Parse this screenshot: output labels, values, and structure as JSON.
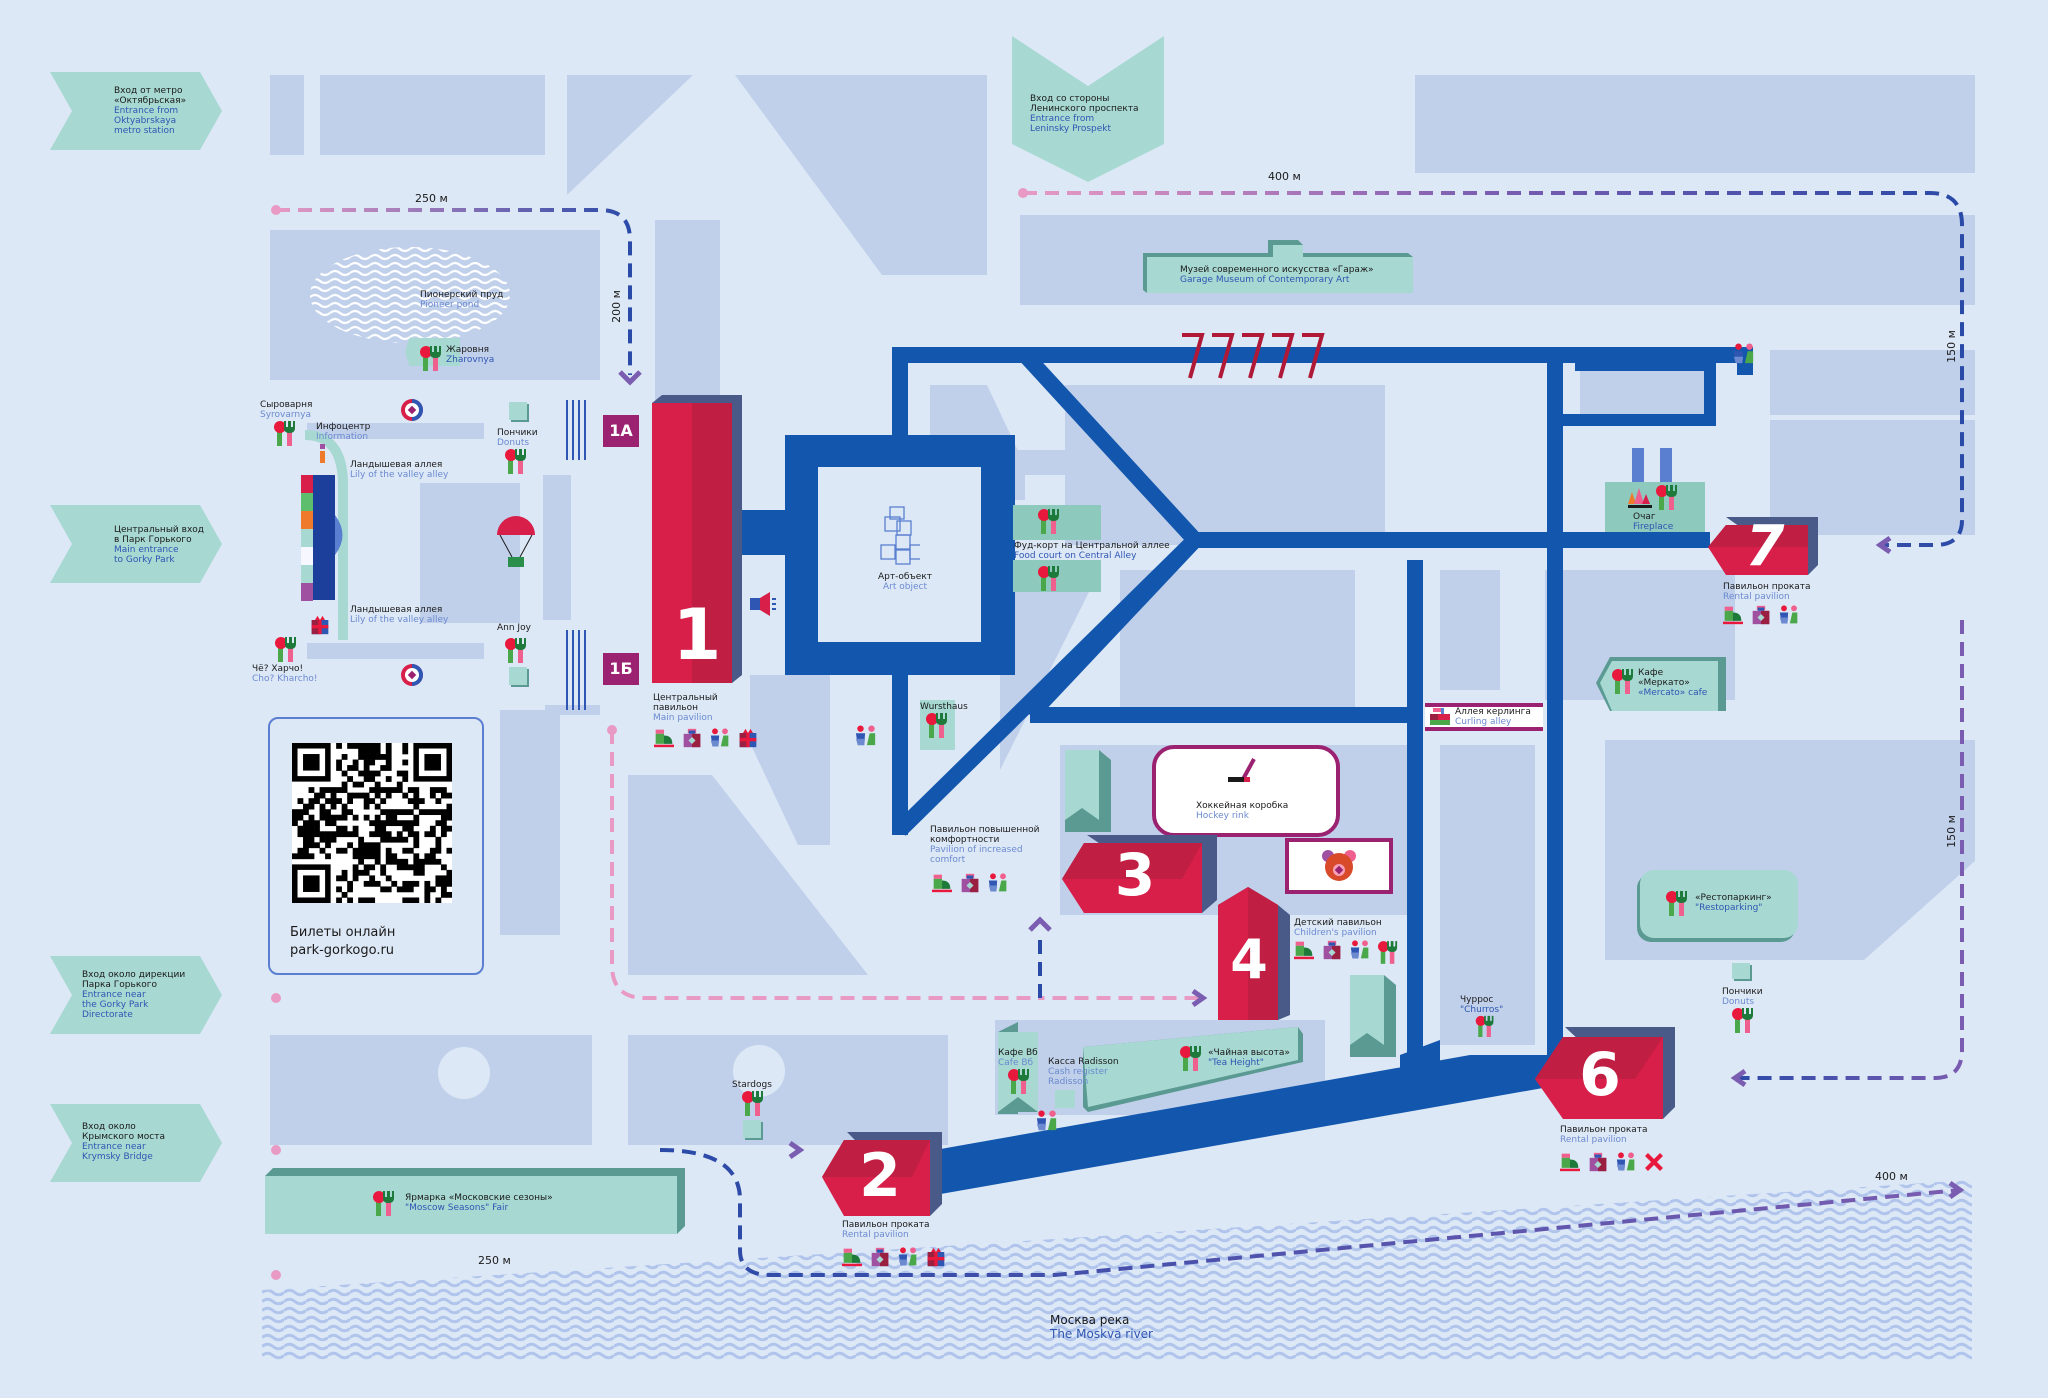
{
  "map": {
    "title": "Gorky Park map",
    "colors": {
      "background": "#dde8f6",
      "block": "#c0d0ea",
      "road": "#1257ad",
      "pavilion": "#d81f4a",
      "entrance": "#a7d8d2",
      "route_pink": "#e89ac4",
      "route_blue": "#2a4aa8",
      "route_purple": "#7a5cb0",
      "river": "#b5c8ec"
    }
  },
  "entrances": [
    {
      "ru": "Вход от метро «Октябрьская»",
      "ru_l1": "Вход от метро",
      "ru_l2": "«Октябрьская»",
      "en_l1": "Entrance from",
      "en_l2": "Oktyabrskaya",
      "en_l3": "metro station"
    },
    {
      "ru_l1": "Центральный вход",
      "ru_l2": "в Парк Горького",
      "en_l1": "Main entrance",
      "en_l2": "to Gorky Park",
      "en_l3": ""
    },
    {
      "ru_l1": "Вход около дирекции",
      "ru_l2": "Парка Горького",
      "en_l1": "Entrance near",
      "en_l2": "the Gorky Park",
      "en_l3": "Directorate"
    },
    {
      "ru_l1": "Вход около",
      "ru_l2": "Крымского моста",
      "en_l1": "Entrance near",
      "en_l2": "Krymsky Bridge",
      "en_l3": ""
    },
    {
      "ru_l1": "Вход со стороны",
      "ru_l2": "Ленинского проспекта",
      "en_l1": "Entrance from",
      "en_l2": "Leninsky Prospekt",
      "en_l3": ""
    }
  ],
  "distances": {
    "d250_top": "250 м",
    "d200": "200 м",
    "d400_top": "400 м",
    "d150_upper": "150 м",
    "d150_lower": "150 м",
    "d400_bottom": "400 м",
    "d250_bottom": "250 м"
  },
  "places": {
    "pioneer_pond": {
      "ru": "Пионерский пруд",
      "en": "Pioneer pond"
    },
    "zharovnya": {
      "ru": "Жаровня",
      "en": "Zharovnya"
    },
    "syrovarnya": {
      "ru": "Сыроварня",
      "en": "Syrovarnya"
    },
    "infocenter": {
      "ru": "Инфоцентр",
      "en": "Information"
    },
    "lily_alley_1": {
      "ru": "Ландышевая аллея",
      "en": "Lily of the valley alley"
    },
    "lily_alley_2": {
      "ru": "Ландышевая аллея",
      "en": "Lily of the valley alley"
    },
    "donuts_left": {
      "ru": "Пончики",
      "en": "Donuts"
    },
    "ann_joy": {
      "ru": "Ann Joy"
    },
    "kharcho": {
      "ru": "Чё? Харчо!",
      "en": "Cho? Kharcho!"
    },
    "art_object": {
      "ru": "Арт-объект",
      "en": "Art object"
    },
    "food_court": {
      "ru": "Фуд-корт на Центральной аллее",
      "en": "Food court on Central Alley"
    },
    "garage": {
      "ru": "Музей современного искусства «Гараж»",
      "en": "Garage Museum of Contemporary Art"
    },
    "fireplace": {
      "ru": "Очаг",
      "en": "Fireplace"
    },
    "wursthaus": {
      "ru": "Wursthaus"
    },
    "curling": {
      "ru": "Аллея керлинга",
      "en": "Curling alley"
    },
    "mercato": {
      "ru": "Кафе «Меркато»",
      "ru_l1": "Кафе",
      "ru_l2": "«Меркато»",
      "en": "«Mercato» cafe"
    },
    "hockey": {
      "ru": "Хоккейная коробка",
      "en": "Hockey rink"
    },
    "comfort_pavilion": {
      "ru_l1": "Павильон повышенной",
      "ru_l2": "комфортности",
      "en_l1": "Pavilion of increased",
      "en_l2": "comfort"
    },
    "children_pavilion": {
      "ru": "Детский павильон",
      "en": "Children's pavilion"
    },
    "restoparking": {
      "ru": "«Рестопаркинг»",
      "en": "\"Restoparking\""
    },
    "donuts_right": {
      "ru": "Пончики",
      "en": "Donuts"
    },
    "churros": {
      "ru": "Чуррос",
      "en": "\"Churros\""
    },
    "cafe_bo": {
      "ru": "Кафе Вб",
      "en": "Cafe Bб"
    },
    "radisson": {
      "ru": "Касса Radisson",
      "en_l1": "Cash register",
      "en_l2": "Radisson"
    },
    "tea_height": {
      "ru": "«Чайная высота»",
      "en": "\"Tea Height\""
    },
    "stardogs": {
      "ru": "Stardogs"
    },
    "fair": {
      "ru": "Ярмарка «Московские сезоны»",
      "en": "\"Moscow Seasons\" Fair"
    },
    "river": {
      "ru": "Москва река",
      "en": "The Moskva river"
    }
  },
  "pavilions": [
    {
      "num": "1",
      "ru_l1": "Центральный",
      "ru_l2": "павильон",
      "en": "Main pavilion",
      "icons": [
        "skate-icon",
        "first-aid-icon",
        "toilet-icon",
        "gift-icon"
      ]
    },
    {
      "num": "2",
      "ru": "Павильон проката",
      "en": "Rental pavilion",
      "icons": [
        "skate-icon",
        "first-aid-icon",
        "toilet-icon",
        "gift-icon"
      ]
    },
    {
      "num": "3",
      "ru": "",
      "en": "",
      "icons": []
    },
    {
      "num": "4",
      "ru": "Детский павильон",
      "en": "Children's pavilion",
      "icons": [
        "skate-icon",
        "first-aid-icon",
        "toilet-icon",
        "food-icon"
      ]
    },
    {
      "num": "6",
      "ru": "Павильон проката",
      "en": "Rental pavilion",
      "icons": [
        "skate-icon",
        "first-aid-icon",
        "toilet-icon",
        "cross-icon"
      ]
    },
    {
      "num": "7",
      "ru": "Павильон проката",
      "en": "Rental pavilion",
      "icons": [
        "skate-icon",
        "first-aid-icon",
        "toilet-icon"
      ]
    }
  ],
  "gates": {
    "g1a": "1А",
    "g1b": "1Б"
  },
  "tickets": {
    "title": "Билеты онлайн",
    "url": "park-gorkogo.ru"
  }
}
